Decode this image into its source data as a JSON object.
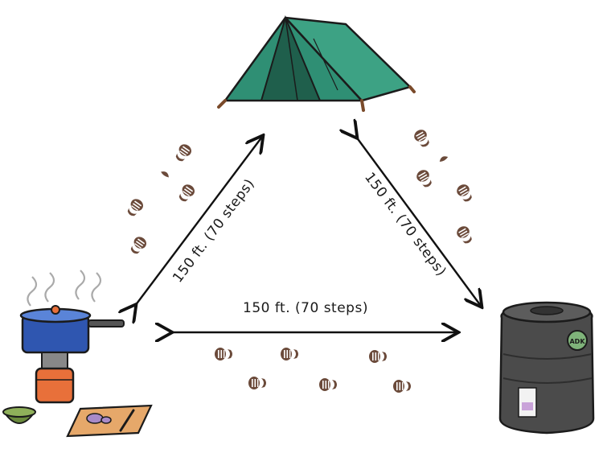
{
  "distances": {
    "tent_to_stove": "150 ft. (70 steps)",
    "tent_to_canister": "150 ft. (70 steps)",
    "stove_to_canister": "150 ft. (70 steps)"
  },
  "canister": {
    "badge": "ADK"
  },
  "icons": [
    "tent-icon",
    "stove-icon",
    "bear-canister-icon",
    "footprint-icon"
  ],
  "colors": {
    "tent": "#2f8f74",
    "tent_dark": "#1f6b55",
    "stove_pot": "#2f56b0",
    "stove_base": "#e8703a",
    "canister": "#4b4b4b",
    "footprint": "#6b4a3a",
    "arrow": "#111111"
  }
}
